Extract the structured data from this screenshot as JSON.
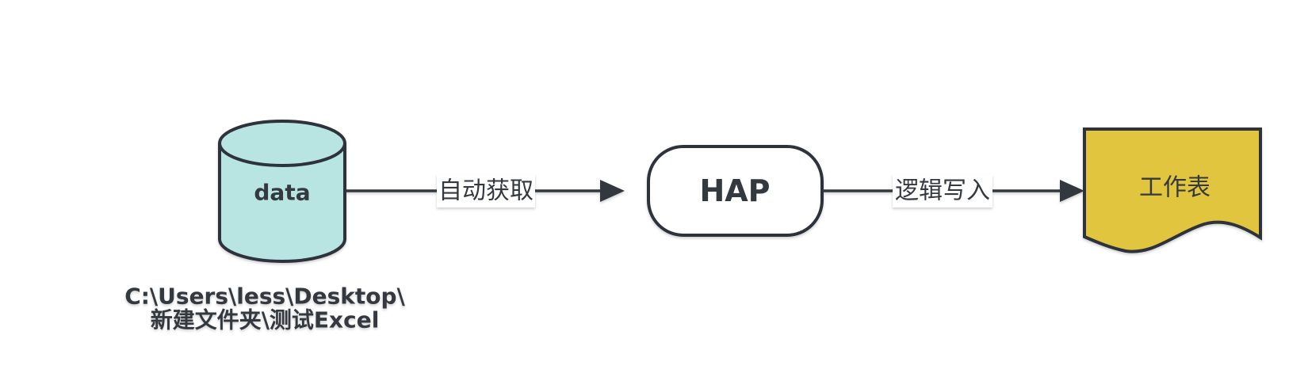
{
  "nodes": {
    "database": {
      "label": "data",
      "path_line1": "C:\\Users\\less\\Desktop\\",
      "path_line2": "新建文件夹\\测试Excel",
      "fill": "#b8e5e2"
    },
    "hap": {
      "label": "HAP",
      "fill": "#ffffff"
    },
    "worksheet": {
      "label": "工作表",
      "fill": "#e2c53f"
    }
  },
  "edges": {
    "fetch": {
      "label": "自动获取"
    },
    "write": {
      "label": "逻辑写入"
    }
  },
  "colors": {
    "outline": "#2d323b",
    "arrow": "#33383f",
    "text": "#34393f",
    "background": "#ffffff"
  }
}
